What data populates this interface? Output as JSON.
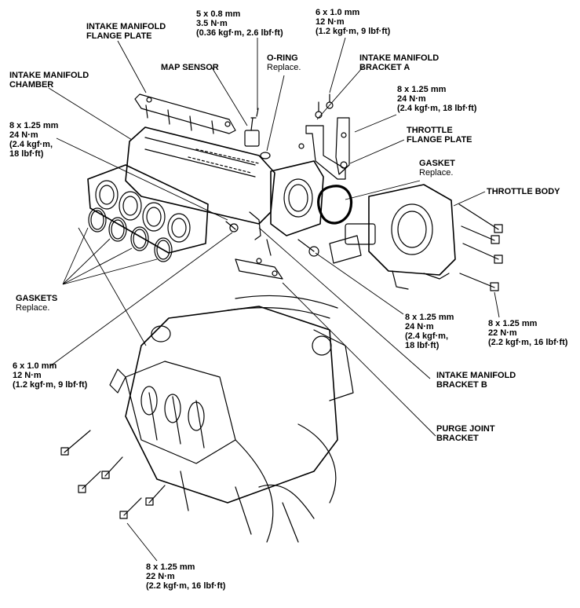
{
  "labels": {
    "flange_plate": [
      "INTAKE MANIFOLD",
      "FLANGE PLATE"
    ],
    "chamber": [
      "INTAKE MANIFOLD",
      "CHAMBER"
    ],
    "map_sensor": "MAP SENSOR",
    "o_ring": {
      "name": "O-RING",
      "note": "Replace."
    },
    "bracket_a": [
      "INTAKE MANIFOLD",
      "BRACKET A"
    ],
    "throttle_flange": [
      "THROTTLE",
      "FLANGE PLATE"
    ],
    "gasket": {
      "name": "GASKET",
      "note": "Replace."
    },
    "throttle_body": "THROTTLE BODY",
    "gaskets": {
      "name": "GASKETS",
      "note": "Replace."
    },
    "bracket_b": [
      "INTAKE MANIFOLD",
      "BRACKET B"
    ],
    "purge_joint": [
      "PURGE JOINT",
      "BRACKET"
    ]
  },
  "specs": {
    "map_bolt": [
      "5 x 0.8 mm",
      "3.5 N·m",
      "(0.36 kgf·m, 2.6 lbf·ft)"
    ],
    "bracket_a_bolt": [
      "6 x 1.0 mm",
      "12 N·m",
      "(1.2 kgf·m, 9 lbf·ft)"
    ],
    "flange_bolt": [
      "8 x 1.25 mm",
      "24 N·m",
      "(2.4 kgf·m, 18 lbf·ft)"
    ],
    "chamber_bolt": [
      "8 x 1.25 mm",
      "24 N·m",
      "(2.4 kgf·m,",
      "18 lbf·ft)"
    ],
    "throttle_bolt": [
      "8 x 1.25 mm",
      "22 N·m",
      "(2.2 kgf·m, 16 lbf·ft)"
    ],
    "mid_bolt": [
      "8 x 1.25 mm",
      "24 N·m",
      "(2.4 kgf·m,",
      "18 lbf·ft)"
    ],
    "bracket_b_bolt": [
      "6 x 1.0 mm",
      "12 N·m",
      "(1.2 kgf·m, 9 lbf·ft)"
    ],
    "lower_bolt": [
      "8 x 1.25 mm",
      "22 N·m",
      "(2.2 kgf·m, 16 lbf·ft)"
    ]
  }
}
